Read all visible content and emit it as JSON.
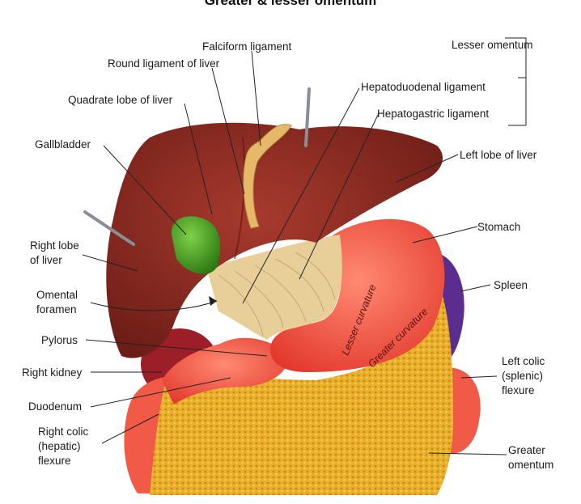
{
  "title": "Greater & lesser omentum",
  "labels": {
    "falciform": "Falciform ligament",
    "round_ligament": "Round ligament of liver",
    "quadrate_lobe": "Quadrate lobe of liver",
    "gallbladder": "Gallbladder",
    "right_lobe_1": "Right lobe",
    "right_lobe_2": "of liver",
    "omental_1": "Omental",
    "omental_2": "foramen",
    "pylorus": "Pylorus",
    "right_kidney": "Right kidney",
    "duodenum": "Duodenum",
    "right_colic_1": "Right colic",
    "right_colic_2": "(hepatic)",
    "right_colic_3": "flexure",
    "lesser_omentum": "Lesser omentum",
    "hepatoduodenal": "Hepatoduodenal ligament",
    "hepatogastric": "Hepatogastric ligament",
    "left_lobe": "Left lobe of liver",
    "stomach": "Stomach",
    "spleen": "Spleen",
    "left_colic_1": "Left colic",
    "left_colic_2": "(splenic)",
    "left_colic_3": "flexure",
    "greater_omentum_1": "Greater",
    "greater_omentum_2": "omentum",
    "lesser_curvature": "Lesser curvature",
    "greater_curvature": "Greater curvature"
  },
  "colors": {
    "liver": "#8e2a22",
    "liver_dark": "#5e1612",
    "gallbladder": "#3f9a1e",
    "stomach": "#f2574a",
    "spleen": "#5b2d8e",
    "omentum": "#e8ad2a",
    "lesser_omentum": "#e8cf9a",
    "kidney": "#9c1e28",
    "ligament": "#e5b86a"
  }
}
